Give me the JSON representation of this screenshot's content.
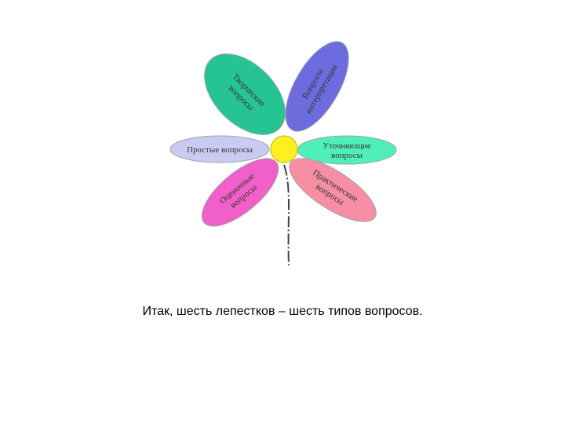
{
  "colors": {
    "petal_top_left": "#26c493",
    "petal_top_right": "#6d6cde",
    "petal_left": "#c9cbf2",
    "petal_right": "#4ef0b7",
    "petal_bottom_left": "#f060c8",
    "petal_bottom_right": "#f78fa4",
    "center": "#ffee22",
    "stem": "#444444"
  },
  "petals": {
    "top_left": {
      "lines": [
        "Творческие",
        "вопросы"
      ]
    },
    "top_right": {
      "lines": [
        "Вопросы",
        "интерпретации"
      ]
    },
    "left": {
      "lines": [
        "Простые вопросы"
      ]
    },
    "right": {
      "lines": [
        "Уточняющие",
        "вопросы"
      ]
    },
    "bottom_left": {
      "lines": [
        "Оценочные",
        "вопросы"
      ]
    },
    "bottom_right": {
      "lines": [
        "Практические",
        "вопросы"
      ]
    }
  },
  "caption": "Итак, шесть лепестков – шесть типов вопросов."
}
